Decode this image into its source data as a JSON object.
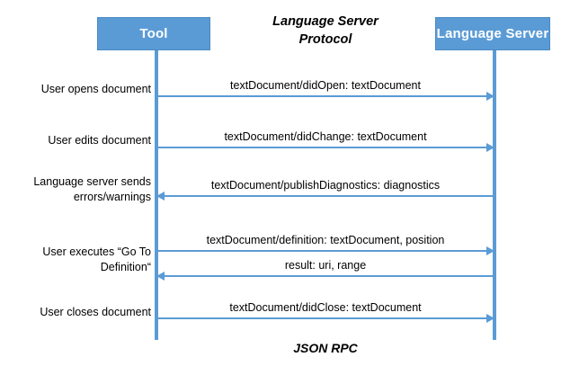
{
  "diagram": {
    "title": "Language Server\nProtocol",
    "title_line1": "Language Server",
    "title_line2": "Protocol",
    "footer": "JSON RPC",
    "accent_color": "#5B9BD5",
    "text_color": "#000000",
    "background_color": "#FFFFFF"
  },
  "participants": [
    {
      "id": "tool",
      "label": "Tool"
    },
    {
      "id": "server",
      "label": "Language Server"
    }
  ],
  "notes": [
    {
      "text": "User opens document"
    },
    {
      "text": "User edits document"
    },
    {
      "line1": "Language server sends",
      "line2": "errors/warnings"
    },
    {
      "line1": "User executes “Go To",
      "line2": "Definition“"
    },
    {
      "text": "User closes document"
    }
  ],
  "messages": [
    {
      "label": "textDocument/didOpen: textDocument",
      "from": "tool",
      "to": "server",
      "direction": "right"
    },
    {
      "label": "textDocument/didChange: textDocument",
      "from": "tool",
      "to": "server",
      "direction": "right"
    },
    {
      "label": "textDocument/publishDiagnostics: diagnostics",
      "from": "server",
      "to": "tool",
      "direction": "left"
    },
    {
      "label": "textDocument/definition: textDocument, position",
      "from": "tool",
      "to": "server",
      "direction": "right"
    },
    {
      "label": "result: uri, range",
      "from": "server",
      "to": "tool",
      "direction": "left"
    },
    {
      "label": "textDocument/didClose: textDocument",
      "from": "tool",
      "to": "server",
      "direction": "right"
    }
  ]
}
